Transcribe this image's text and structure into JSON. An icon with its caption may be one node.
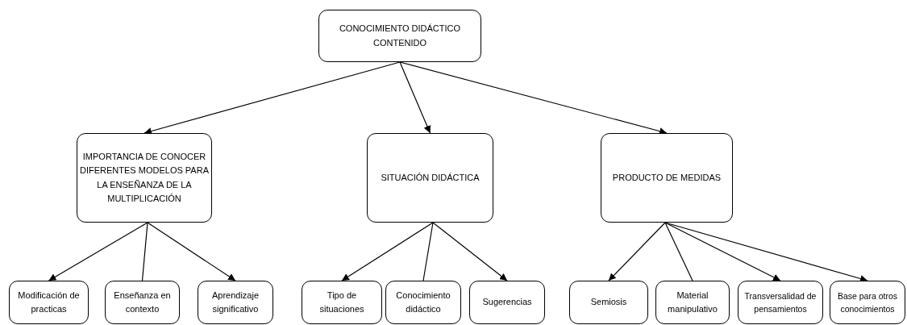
{
  "diagram": {
    "nodes": [
      {
        "text": [
          "CONOCIMIENTO DIDÁCTICO CONTENIDO"
        ]
      },
      {
        "text": [
          "IMPORTANCIA DE CONOCER DIFERENTES MODELOS PARA LA ENSEÑANZA DE LA MULTIPLICACIÓN"
        ]
      },
      {
        "text": [
          "SITUACIÓN DIDÁCTICA"
        ]
      },
      {
        "text": [
          "PRODUCTO DE MEDIDAS"
        ]
      },
      {
        "text": [
          "Modificación de practicas"
        ]
      },
      {
        "text": [
          "Enseñanza en contexto"
        ]
      },
      {
        "text": [
          "Aprendizaje significativo"
        ]
      },
      {
        "text": [
          "Tipo de situaciones"
        ]
      },
      {
        "text": [
          "Conocimiento didáctico"
        ]
      },
      {
        "text": [
          "Sugerencias"
        ]
      },
      {
        "text": [
          "Semiosis"
        ]
      },
      {
        "text": [
          "Material manipulativo"
        ]
      },
      {
        "text": [
          "Transversalidad de pensamientos"
        ]
      },
      {
        "text": [
          "Base para otros conocimientos"
        ]
      }
    ],
    "edges": [
      {
        "from": 0,
        "to": 1,
        "arrow": "to"
      },
      {
        "from": 0,
        "to": 2,
        "arrow": "to"
      },
      {
        "from": 0,
        "to": 3,
        "arrow": "to"
      },
      {
        "from": 1,
        "to": 4,
        "arrow": "to"
      },
      {
        "from": 1,
        "to": 5,
        "arrow": "none"
      },
      {
        "from": 1,
        "to": 6,
        "arrow": "to"
      },
      {
        "from": 2,
        "to": 7,
        "arrow": "to"
      },
      {
        "from": 2,
        "to": 8,
        "arrow": "none"
      },
      {
        "from": 2,
        "to": 9,
        "arrow": "to"
      },
      {
        "from": 3,
        "to": 10,
        "arrow": "to"
      },
      {
        "from": 3,
        "to": 11,
        "arrow": "none"
      },
      {
        "from": 3,
        "to": 12,
        "arrow": "to"
      },
      {
        "from": 3,
        "to": 13,
        "arrow": "to"
      }
    ]
  }
}
